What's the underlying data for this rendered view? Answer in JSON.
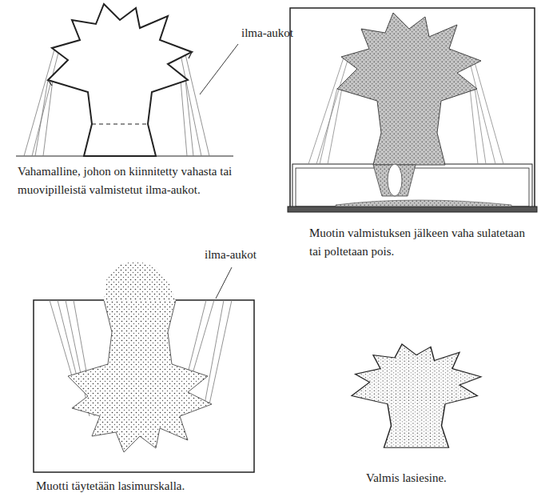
{
  "diagram": {
    "labels": [
      "ilma-aukot",
      "Vahamalline, johon on kiinnitetty vahasta tai muovipilleistä valmistetut ilma-aukot.",
      "Muotin valmistuksen jälkeen vaha sulatetaan tai poltetaan pois.",
      "ilma-aukot",
      "Muotti täytetään lasimurskalla.",
      "Valmis lasiesine."
    ]
  }
}
